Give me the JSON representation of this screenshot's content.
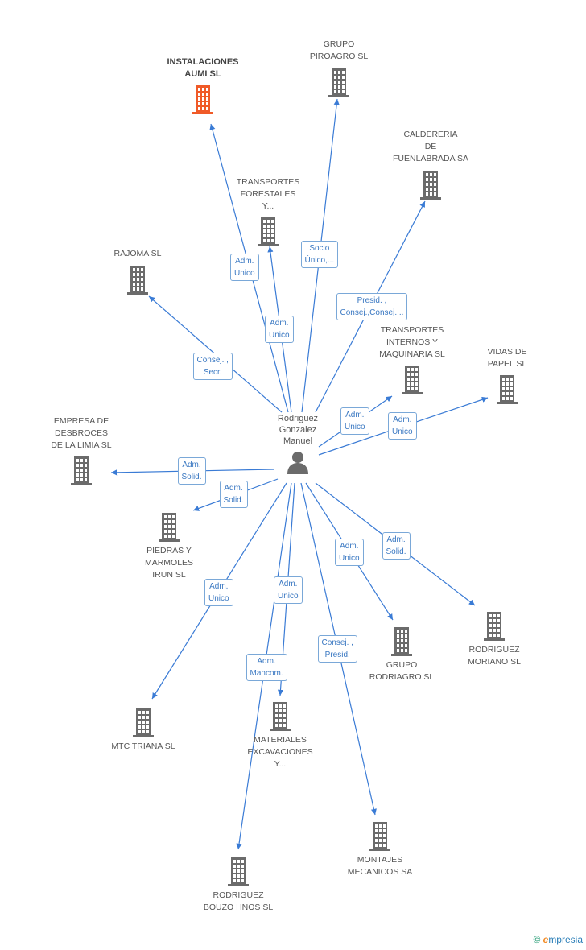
{
  "person": {
    "name": "Rodriguez\nGonzalez\nManuel",
    "icon": "person-icon"
  },
  "companies": [
    {
      "id": "instalaciones",
      "name": "INSTALACIONES\nAUMI SL",
      "main": true
    },
    {
      "id": "piroagro",
      "name": "GRUPO\nPIROAGRO SL"
    },
    {
      "id": "caldereria",
      "name": "CALDERERIA\nDE\nFUENLABRADA SA"
    },
    {
      "id": "transportes-forestales",
      "name": "TRANSPORTES\nFORESTALES\nY..."
    },
    {
      "id": "rajoma",
      "name": "RAJOMA SL"
    },
    {
      "id": "transportes-internos",
      "name": "TRANSPORTES\nINTERNOS Y\nMAQUINARIA SL"
    },
    {
      "id": "vidas",
      "name": "VIDAS DE\nPAPEL SL"
    },
    {
      "id": "desbroces",
      "name": "EMPRESA DE\nDESBROCES\nDE LA LIMIA SL"
    },
    {
      "id": "piedras",
      "name": "PIEDRAS Y\nMARMOLES\nIRUN SL"
    },
    {
      "id": "rodriagro",
      "name": "GRUPO\nRODRIAGRO SL"
    },
    {
      "id": "moriano",
      "name": "RODRIGUEZ\nMORIANO SL"
    },
    {
      "id": "mtc",
      "name": "MTC TRIANA  SL"
    },
    {
      "id": "materiales",
      "name": "MATERIALES\nEXCAVACIONES\nY..."
    },
    {
      "id": "montajes",
      "name": "MONTAJES\nMECANICOS SA"
    },
    {
      "id": "bouzo",
      "name": "RODRIGUEZ\nBOUZO HNOS SL"
    }
  ],
  "roles": [
    {
      "target": "instalaciones",
      "label": "Adm.\nUnico"
    },
    {
      "target": "piroagro",
      "label": "Socio\nÚnico,..."
    },
    {
      "target": "caldereria",
      "label": "Presid. ,\nConsej.,Consej...."
    },
    {
      "target": "transportes-forestales",
      "label": "Adm.\nUnico"
    },
    {
      "target": "rajoma",
      "label": "Consej. ,\nSecr."
    },
    {
      "target": "transportes-internos",
      "label": "Adm.\nUnico"
    },
    {
      "target": "vidas",
      "label": "Adm.\nUnico"
    },
    {
      "target": "desbroces",
      "label": "Adm.\nSolid."
    },
    {
      "target": "piedras",
      "label": "Adm.\nSolid."
    },
    {
      "target": "rodriagro",
      "label": "Adm.\nUnico"
    },
    {
      "target": "moriano",
      "label": "Adm.\nSolid."
    },
    {
      "target": "mtc",
      "label": "Adm.\nUnico"
    },
    {
      "target": "materiales",
      "label": "Adm.\nUnico"
    },
    {
      "target": "montajes",
      "label": "Consej. ,\nPresid."
    },
    {
      "target": "bouzo",
      "label": "Adm.\nMancom."
    }
  ],
  "colors": {
    "edge": "#3a7bd5",
    "building": "#6b6b6b",
    "main_building": "#f05a28",
    "role_border": "#7aa8d8"
  },
  "brand": {
    "copyright": "©",
    "name": "mpresia",
    "initial": "e"
  }
}
